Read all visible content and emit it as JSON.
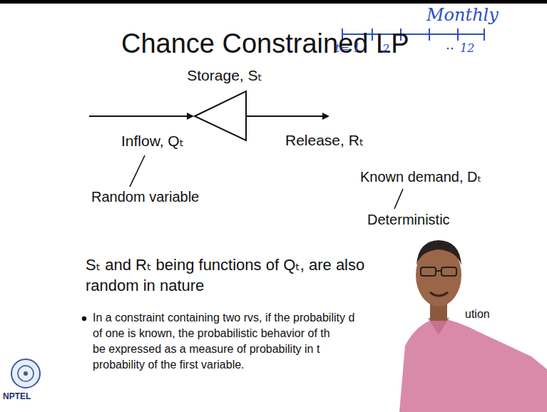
{
  "diagram": {
    "title": "Chance Constrained LP",
    "nodes": [
      {
        "text": [
          "Storage, Sₜ"
        ]
      }
    ],
    "labels": [
      "Monthly",
      "t= 1",
      "2",
      "12",
      "Inflow, Qₜ",
      "Release, Rₜ",
      "Random variable",
      "Known demand, Dₜ",
      "Deterministic",
      "Sₜ and Rₜ being functions of Qₜ, are also random in nature",
      "In a constraint containing two rvs, if the probability d",
      "ution",
      "of one is known, the probabilistic behavior of th",
      "be expressed as a measure of probability in t",
      "probability of the first variable.",
      "NPTEL"
    ]
  }
}
